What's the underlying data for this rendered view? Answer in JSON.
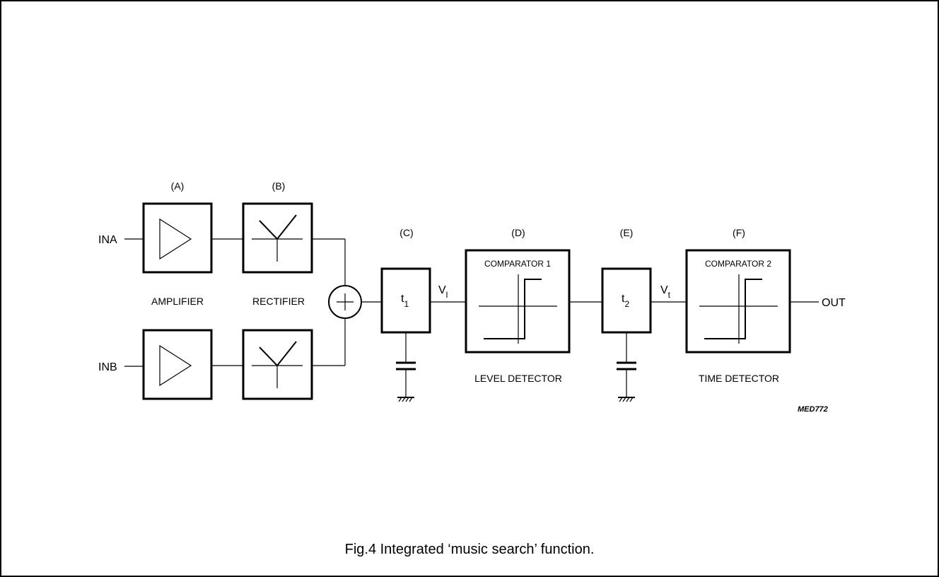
{
  "blocks": {
    "a": {
      "letter": "(A)",
      "name": "AMPLIFIER"
    },
    "b": {
      "letter": "(B)",
      "name": "RECTIFIER"
    },
    "c": {
      "letter": "(C)",
      "time_const": "t",
      "time_sub": "1"
    },
    "d": {
      "letter": "(D)",
      "inner": "COMPARATOR 1",
      "name": "LEVEL DETECTOR"
    },
    "e": {
      "letter": "(E)",
      "time_const": "t",
      "time_sub": "2"
    },
    "f": {
      "letter": "(F)",
      "inner": "COMPARATOR 2",
      "name": "TIME DETECTOR"
    }
  },
  "signals": {
    "in_a": "INA",
    "in_b": "INB",
    "out": "OUT",
    "v_l": "V",
    "v_l_sub": "l",
    "v_t": "V",
    "v_t_sub": "t"
  },
  "ref_code": "MED772",
  "caption": "Fig.4  Integrated ‘music search’ function."
}
